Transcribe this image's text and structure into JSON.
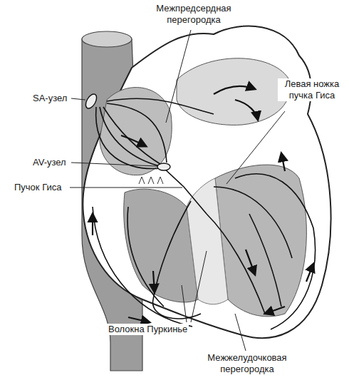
{
  "diagram": {
    "labels": [
      "Межпредсердная перегородка",
      "SA-узел",
      "Левая ножка пучка Гиса",
      "AV-узел",
      "Пучок Гиса",
      "Волокна Пуркинье",
      "Межжелудочковая перегородка"
    ]
  }
}
